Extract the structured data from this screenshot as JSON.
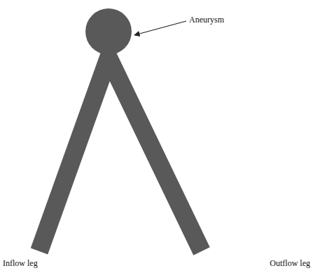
{
  "diagram": {
    "labels": [
      "Aneurysm",
      "Inflow leg",
      "Outflow leg"
    ]
  }
}
